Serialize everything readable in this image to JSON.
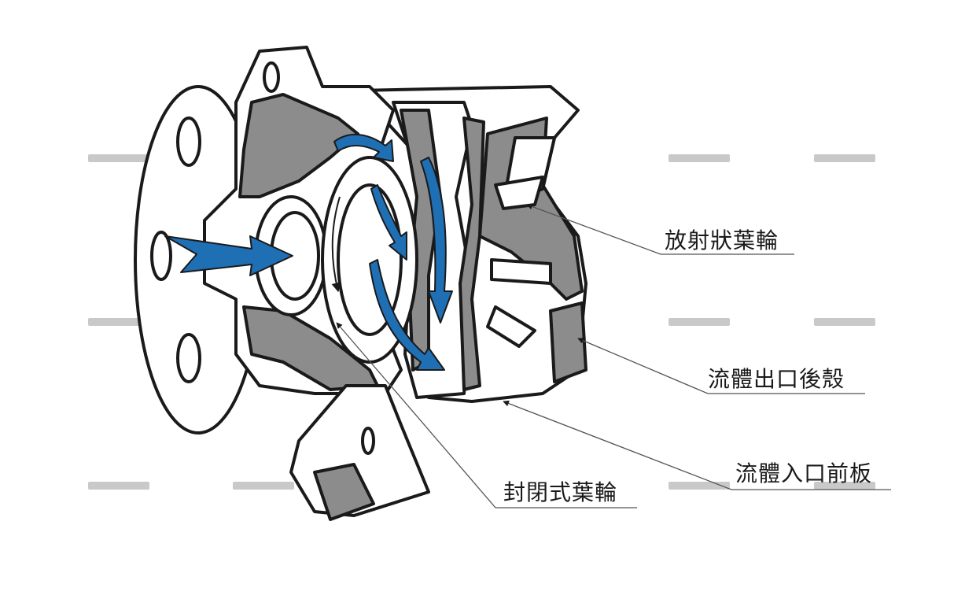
{
  "labels": {
    "radial_impeller": "放射狀葉輪",
    "fluid_outlet_rear_casing": "流體出口後殼",
    "fluid_inlet_front_plate": "流體入口前板",
    "closed_impeller": "封閉式葉輪"
  },
  "colors": {
    "flow_arrow": "#1f6fb5",
    "outline": "#1a1a1a",
    "metal_fill": "#ffffff",
    "section_fill": "#8c8c8c",
    "leader_line": "#555555"
  }
}
